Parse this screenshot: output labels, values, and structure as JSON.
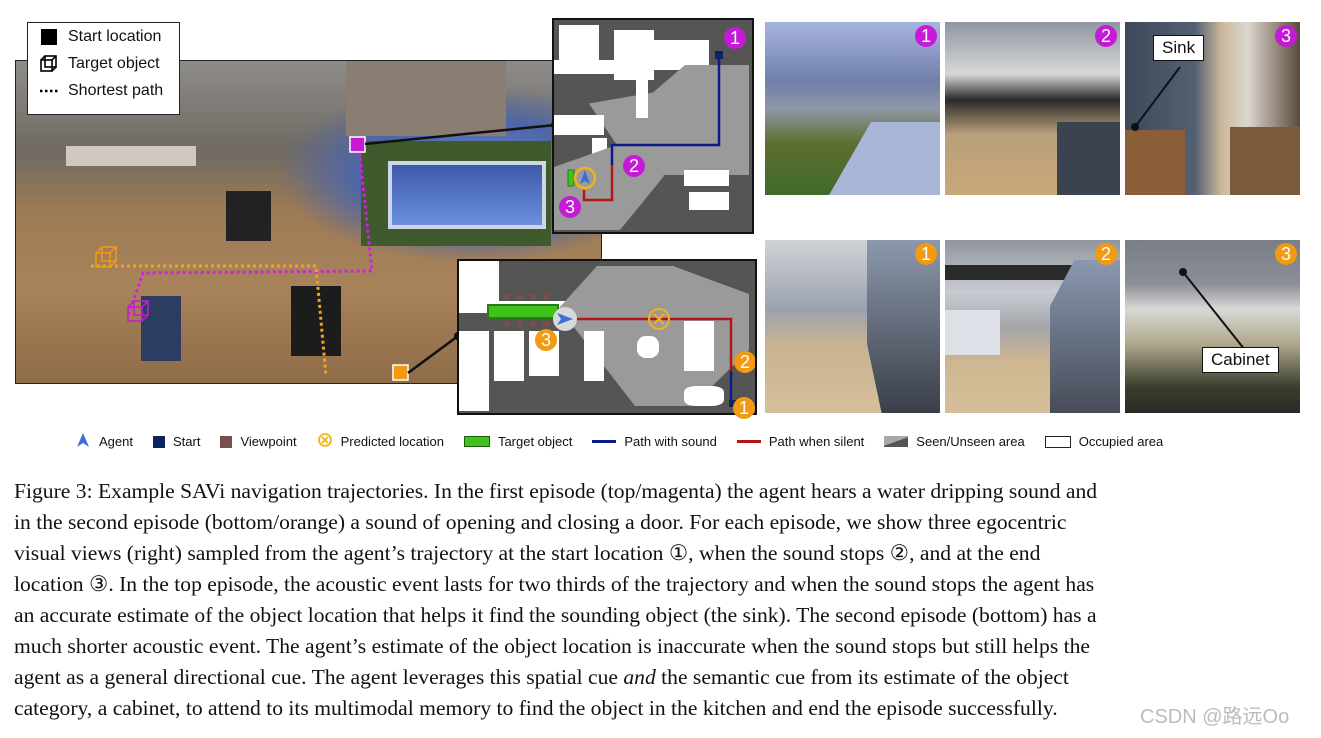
{
  "figure": {
    "map_legend": {
      "items": [
        {
          "icon": "black-square-icon",
          "label": "Start location"
        },
        {
          "icon": "cube-icon",
          "label": "Target object"
        },
        {
          "icon": "dotted-line-icon",
          "label": "Shortest path"
        }
      ]
    },
    "episodes": [
      {
        "name": "top",
        "color": "#c61bd6",
        "color_name": "magenta",
        "markers": [
          "1",
          "2",
          "3"
        ],
        "views": [
          {
            "badge": "1",
            "scene": "poolside-corridor"
          },
          {
            "badge": "2",
            "scene": "living-area"
          },
          {
            "badge": "3",
            "scene": "kitchen",
            "annotation": "Sink"
          }
        ]
      },
      {
        "name": "bottom",
        "color": "#f29a12",
        "color_name": "orange",
        "markers": [
          "1",
          "2",
          "3"
        ],
        "views": [
          {
            "badge": "1",
            "scene": "marble-wall-corridor"
          },
          {
            "badge": "2",
            "scene": "living-room"
          },
          {
            "badge": "3",
            "scene": "kitchen-wall",
            "annotation": "Cabinet"
          }
        ]
      }
    ],
    "bottom_legend": [
      {
        "icon": "agent-arrow-icon",
        "label": "Agent",
        "color": "#3a6fd8"
      },
      {
        "icon": "start-square-icon",
        "label": "Start",
        "color": "#0a2460"
      },
      {
        "icon": "viewpoint-square-icon",
        "label": "Viewpoint",
        "color": "#7b4e4e"
      },
      {
        "icon": "predicted-location-icon",
        "label": "Predicted location",
        "color": "#f2b21a"
      },
      {
        "icon": "target-object-rect-icon",
        "label": "Target object",
        "color": "#3fc21a"
      },
      {
        "icon": "path-sound-line-icon",
        "label": "Path with sound",
        "color": "#0d1a8a"
      },
      {
        "icon": "path-silent-line-icon",
        "label": "Path when silent",
        "color": "#b01818"
      },
      {
        "icon": "seen-unseen-icon",
        "label": "Seen/Unseen area",
        "color": "#777777"
      },
      {
        "icon": "occupied-area-icon",
        "label": "Occupied area",
        "color": "#ffffff"
      }
    ]
  },
  "caption": {
    "lines": [
      "Figure 3: Example SAVi navigation trajectories. In the first episode (top/magenta) the agent hears a water dripping sound and",
      "in the second episode (bottom/orange) a sound of opening and closing a door. For each episode, we show three egocentric",
      "visual views (right) sampled from the agent’s trajectory at the start location ①, when the sound stops ②, and at the end",
      "location ③. In the top episode, the acoustic event lasts for two thirds of the trajectory and when the sound stops the agent has",
      "an accurate estimate of the object location that helps it find the sounding object (the sink). The second episode (bottom) has a",
      "much shorter acoustic event. The agent’s estimate of the object location is inaccurate when the sound stops but still helps the"
    ],
    "line7_before": "agent as a general directional cue. The agent leverages this spatial cue ",
    "line7_italic": "and",
    "line7_after": " the semantic cue from its estimate of the object",
    "line8": "category, a cabinet, to attend to its multimodal memory to find the object in the kitchen and end the episode successfully."
  },
  "watermark": "CSDN @路远Oo"
}
